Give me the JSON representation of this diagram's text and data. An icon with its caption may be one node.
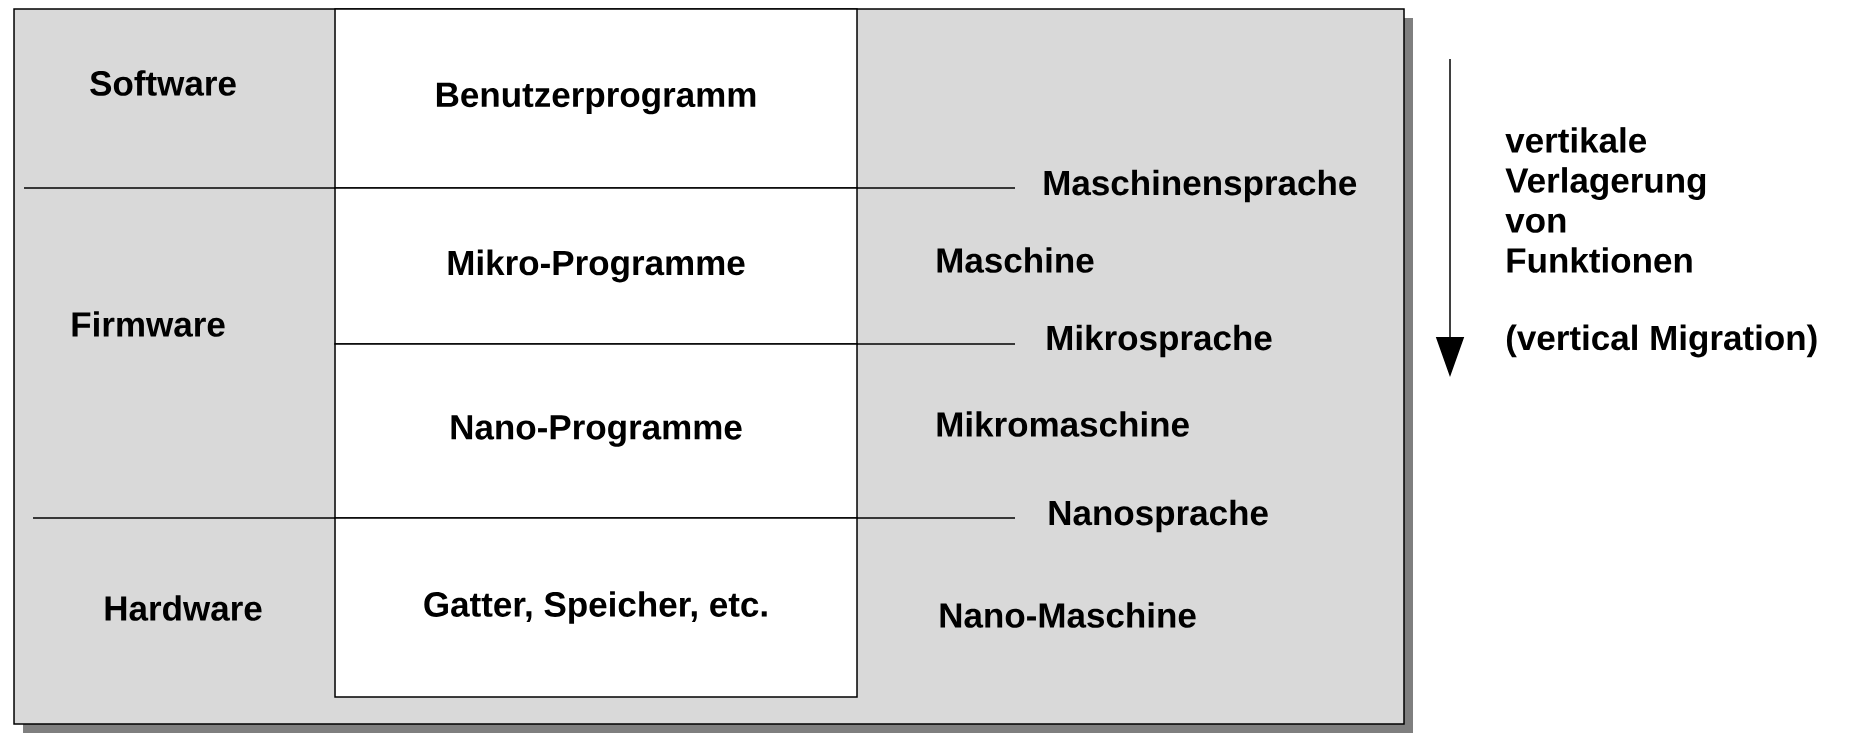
{
  "diagram": {
    "nodes": [
      {
        "text": [],
        "shape": "box"
      },
      {
        "text": [
          "Benutzerprogramm"
        ],
        "in": 0
      },
      {
        "text": [
          "Mikro-Programme"
        ],
        "in": 0
      },
      {
        "text": [
          "Nano-Programme"
        ],
        "in": 0
      },
      {
        "text": [
          "Gatter, Speicher, etc."
        ],
        "in": 0
      }
    ],
    "labels": [
      "Software",
      "vertikale Verlagerung von Funktionen",
      "Maschinensprache",
      "Maschine",
      "Firmware",
      "Mikrosprache",
      "(vertical Migration)",
      "Mikromaschine",
      "Nanosprache",
      "Hardware",
      "Nano-Maschine"
    ]
  }
}
